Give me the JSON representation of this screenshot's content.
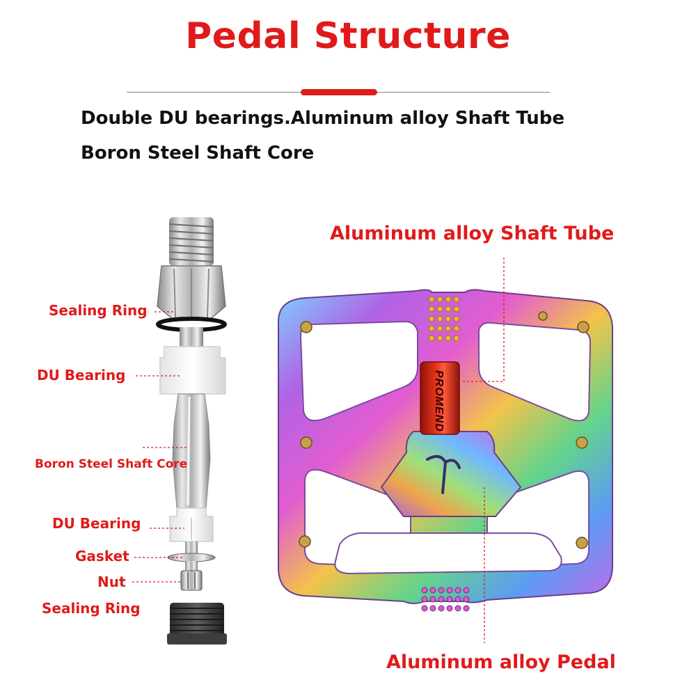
{
  "title": "Pedal Structure",
  "subtitle_lines": [
    "Double DU bearings.Aluminum alloy Shaft Tube",
    "Boron Steel Shaft Core"
  ],
  "parts": {
    "sealing_ring_top": "Sealing Ring",
    "du_bearing_top": "DU Bearing",
    "boron_core": "Boron Steel Shaft Core",
    "du_bearing_bottom": "DU Bearing",
    "gasket": "Gasket",
    "nut": "Nut",
    "sealing_ring_bottom": "Sealing Ring",
    "shaft_tube": "Aluminum alloy Shaft Tube",
    "pedal": "Aluminum alloy Pedal"
  },
  "pedal_brand": "PROMEND",
  "colors": {
    "accent": "#e01a1a",
    "text": "#111111",
    "leader": "#e01a1a"
  }
}
